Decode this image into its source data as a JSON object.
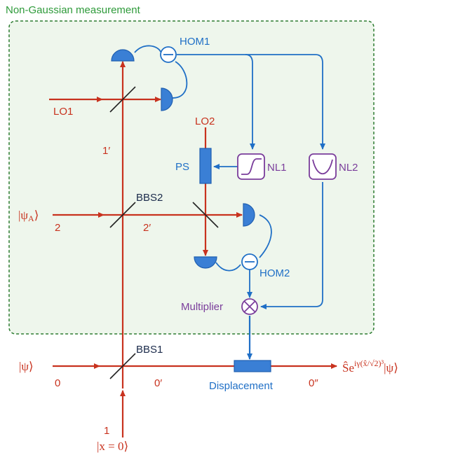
{
  "colors": {
    "beam": "#c8321e",
    "signal": "#1f6fc6",
    "detector": "#3a7fd5",
    "nonlinear": "#7a3d9b",
    "panel_fill": "#eef6ec",
    "panel_border": "#2e7d32",
    "title": "#2e9a3a",
    "splitter": "#222222",
    "dark_label": "#1a2a4a"
  },
  "panel": {
    "title": "Non-Gaussian measurement"
  },
  "labels": {
    "hom1": "HOM1",
    "hom2": "HOM2",
    "lo1": "LO1",
    "lo2": "LO2",
    "ps": "PS",
    "nl1": "NL1",
    "nl2": "NL2",
    "bbs1": "BBS1",
    "bbs2": "BBS2",
    "multiplier": "Multiplier",
    "displacement": "Displacement"
  },
  "modes": {
    "m0": "0",
    "m0p": "0′",
    "m0pp": "0″",
    "m1": "1",
    "m1p": "1′",
    "m2": "2",
    "m2p": "2′"
  },
  "states": {
    "psi_in": "|ψ⟩",
    "psiA_open": "|ψ",
    "psiA_sub": "A",
    "psiA_close": "⟩",
    "x0": "|x = 0⟩",
    "out_S": "Ŝe",
    "out_exp": "iγ(x̂/√2)³",
    "out_psi": "|ψ⟩"
  },
  "icons": {
    "detector": "half-disk-detector-icon",
    "subtractor": "minus-circle-icon",
    "multiplier": "otimes-icon",
    "nl1": "sigmoid-curve-icon",
    "nl2": "u-curve-icon",
    "splitter": "beam-splitter-icon"
  }
}
